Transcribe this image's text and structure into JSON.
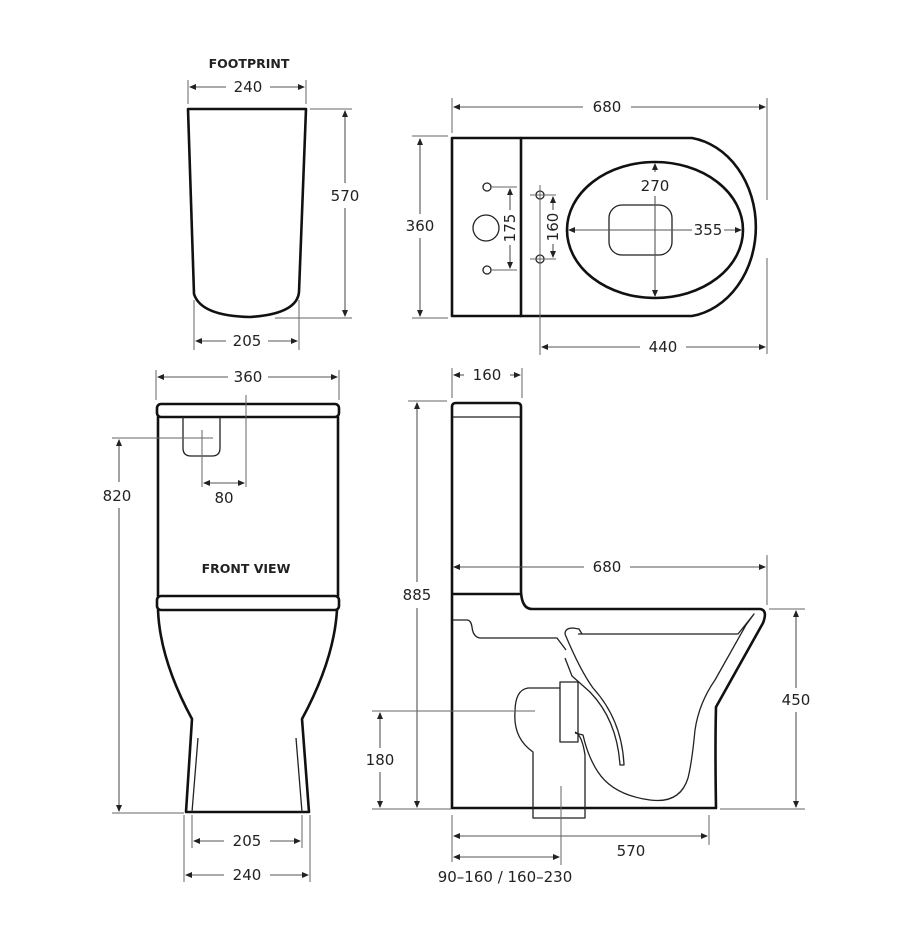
{
  "views": {
    "footprint": {
      "title": "FOOTPRINT",
      "top_width": "240",
      "depth": "570",
      "bottom_width": "205"
    },
    "plan": {
      "overall_length": "680",
      "overall_width": "360",
      "inlet_spacing": "175",
      "fixing_spacing": "160",
      "bowl_length": "270",
      "bowl_width": "355",
      "fixing_to_front": "440"
    },
    "front": {
      "title": "FRONT VIEW",
      "overall_width": "360",
      "inlet_height": "820",
      "inlet_offset": "80",
      "base_inner_width": "205",
      "base_outer_width": "240"
    },
    "side": {
      "cistern_depth": "160",
      "overall_height": "885",
      "overall_length": "680",
      "seat_height": "450",
      "outlet_height": "180",
      "base_length": "570",
      "set_out": "90–160 / 160–230"
    }
  },
  "colors": {
    "outline": "#111111",
    "dimension": "#555555",
    "background": "#ffffff"
  }
}
